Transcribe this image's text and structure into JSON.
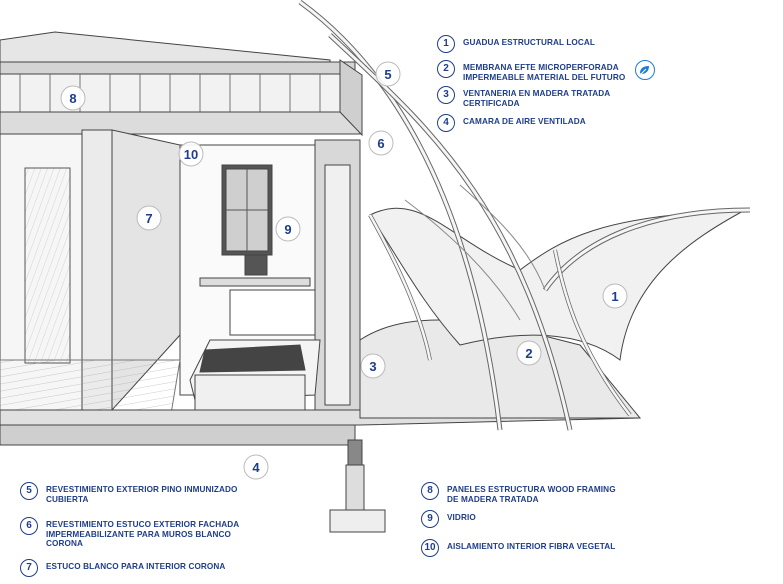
{
  "legend_top": [
    {
      "num": "1",
      "label": "GUADUA ESTRUCTURAL LOCAL"
    },
    {
      "num": "2",
      "label": "MEMBRANA EFTE MICROPERFORADA IMPERMEABLE MATERIAL DEL FUTURO"
    },
    {
      "num": "3",
      "label": "VENTANERIA EN MADERA TRATADA CERTIFICADA"
    },
    {
      "num": "4",
      "label": "CAMARA DE AIRE VENTILADA"
    }
  ],
  "legend_bottom_left": [
    {
      "num": "5",
      "label": "REVESTIMIENTO EXTERIOR PINO INMUNIZADO CUBIERTA"
    },
    {
      "num": "6",
      "label": "REVESTIMIENTO ESTUCO EXTERIOR FACHADA IMPERMEABILIZANTE PARA MUROS BLANCO CORONA"
    },
    {
      "num": "7",
      "label": "ESTUCO BLANCO PARA INTERIOR CORONA"
    }
  ],
  "legend_bottom_right": [
    {
      "num": "8",
      "label": "PANELES ESTRUCTURA WOOD FRAMING DE MADERA TRATADA"
    },
    {
      "num": "9",
      "label": "VIDRIO"
    },
    {
      "num": "10",
      "label": "AISLAMIENTO INTERIOR FIBRA VEGETAL"
    }
  ],
  "callouts": [
    "1",
    "2",
    "3",
    "4",
    "5",
    "6",
    "7",
    "8",
    "9",
    "10"
  ],
  "icons": {
    "eco": "eco-leaf-icon"
  },
  "colors": {
    "accent": "#1f3d8a",
    "icon": "#1f7bd0",
    "line": "#444444"
  }
}
